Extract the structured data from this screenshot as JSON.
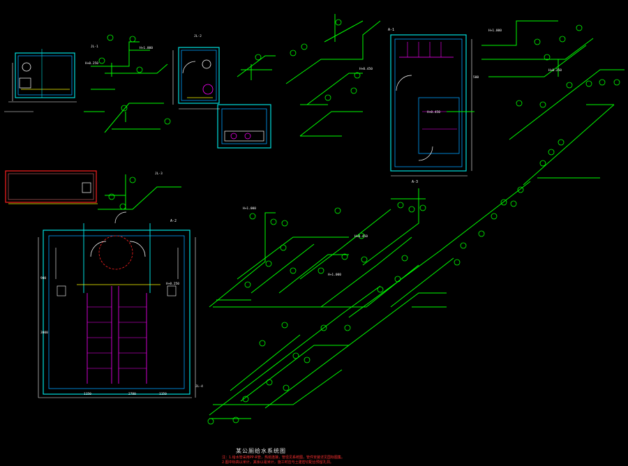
{
  "drawing": {
    "title": "某公厕给水系统图",
    "notes": [
      "注：1.给水管采用PP-R管，热熔连接，管径见系统图，管件安装详见国标图集。",
      "2.图中标高以米计，其余以毫米计，施工时应与土建密切配合预留孔洞。"
    ]
  },
  "colors": {
    "background": "#000000",
    "wall": "#00e0e0",
    "pipe": "#00ff00",
    "fixture": "#ff00ff",
    "dimension": "#ffffff",
    "marker": "#ffff00",
    "room": "#ff2020"
  },
  "labels": {
    "elevations": [
      "H+1.000",
      "H+0.250",
      "H+0.450",
      "H+1.000",
      "H+0.250",
      "H+0.450",
      "H+1.000",
      "H+0.250",
      "H+1.000",
      "H+0.450"
    ],
    "pipe_tags": [
      "JL-1",
      "JL-2",
      "JL-3",
      "JL-4"
    ],
    "section_marks": [
      "A-1",
      "A-2",
      "A-3"
    ],
    "dimensions": [
      "1150",
      "2780",
      "1150",
      "900",
      "500",
      "3000"
    ]
  }
}
